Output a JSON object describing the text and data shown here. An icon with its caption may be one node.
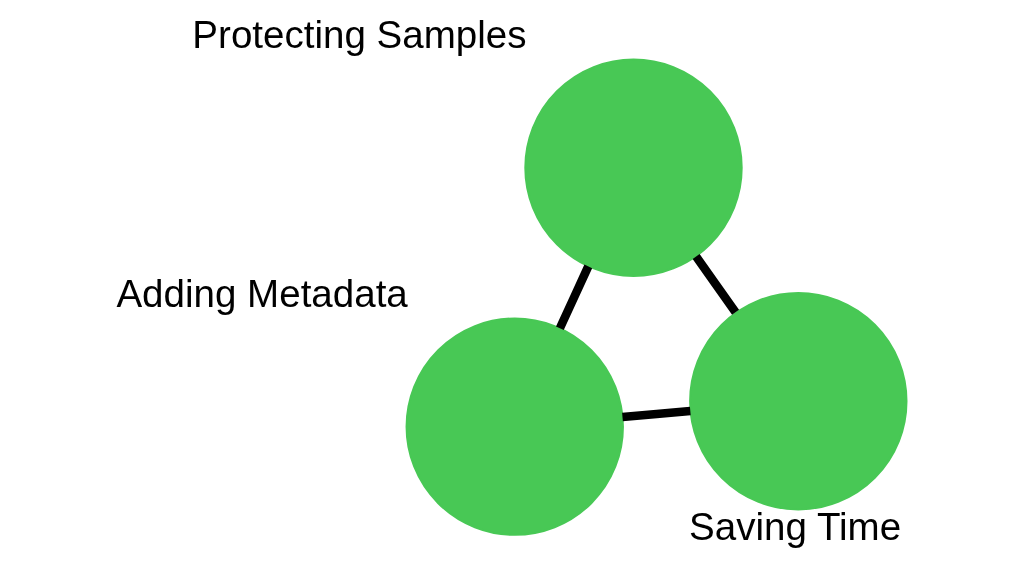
{
  "diagram": {
    "nodes": [
      {
        "text": [],
        "shape": "circle",
        "beside": [
          "Saving Time"
        ]
      },
      {
        "text": [],
        "shape": "circle",
        "beside": [
          "Protecting Samples"
        ]
      },
      {
        "text": [],
        "shape": "circle",
        "beside": [
          "Adding Metadata"
        ]
      }
    ],
    "edges": [
      {
        "from": 0,
        "to": 1,
        "arrow": "none"
      },
      {
        "from": 0,
        "to": 2,
        "arrow": "none"
      },
      {
        "from": 1,
        "to": 2,
        "arrow": "none"
      }
    ]
  }
}
